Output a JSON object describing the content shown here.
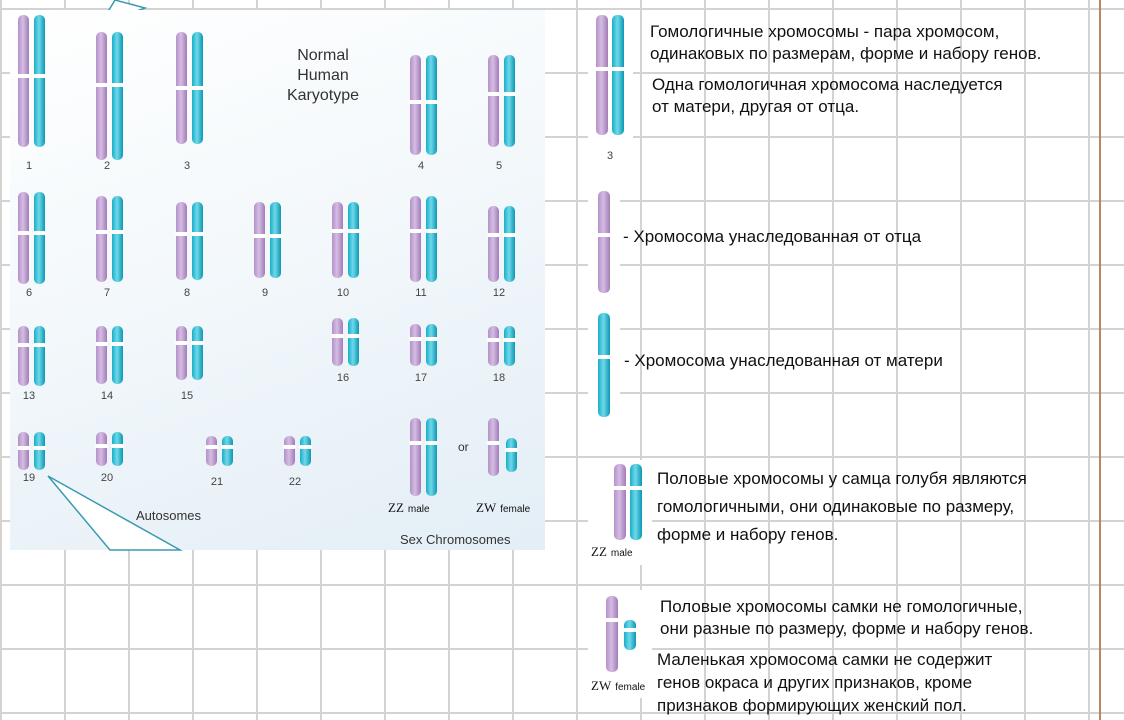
{
  "karyotype": {
    "title_lines": [
      "Normal",
      "Human",
      "Karyotype"
    ],
    "autosomes_label": "Autosomes",
    "sex_label": "Sex Chromosomes",
    "or_label": "or",
    "zz_label": "ZZ",
    "zz_sub": "male",
    "zw_label": "ZW",
    "zw_sub": "female",
    "pair_numbers": [
      "1",
      "2",
      "3",
      "4",
      "5",
      "6",
      "7",
      "8",
      "9",
      "10",
      "11",
      "12",
      "13",
      "14",
      "15",
      "16",
      "17",
      "18",
      "19",
      "20",
      "21",
      "22"
    ]
  },
  "notes": {
    "homologous_lines": [
      "Гомологичные хромосомы - пара хромосом,",
      "одинаковых по размерам, форме и набору генов."
    ],
    "inheritance_lines": [
      "Одна гомологичная хромосома наследуется",
      "от матери, другая от отца."
    ],
    "sample_number": "3",
    "paternal": "- Хромосома унаследованная от отца",
    "maternal": "- Хромосома унаследованная от матери",
    "male_lines": [
      "Половые хромосомы у самца голубя являются",
      "гомологичными,  они одинаковые по размеру,",
      "форме и набору генов."
    ],
    "male_label": "ZZ",
    "male_sub": "male",
    "female_lines": [
      "Половые хромосомы самки не гомологичные,",
      "они разные по размеру, форме и набору генов."
    ],
    "female_lines2": [
      "Маленькая хромосома самки не содержит",
      "генов окраса и других признаков, кроме",
      "признаков формирующих женский пол."
    ],
    "female_label": "ZW",
    "female_sub": "female"
  },
  "colors": {
    "paternal": "#b591c9",
    "maternal": "#18aec8",
    "grid": "#d3d3d3",
    "margin_line": "#b48a5a"
  }
}
